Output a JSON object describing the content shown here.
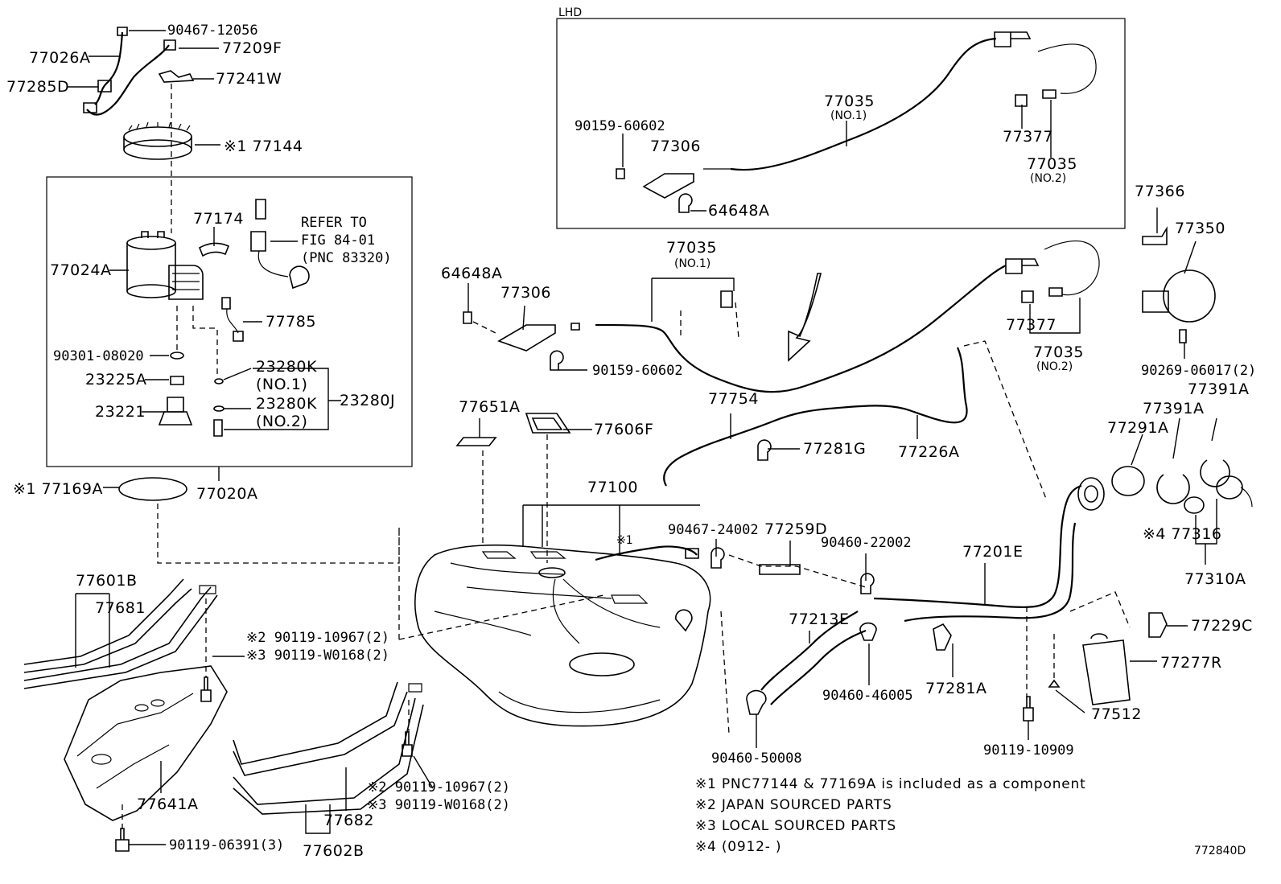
{
  "labels": {
    "p9046712056": "90467-12056",
    "p77026A": "77026A",
    "p77209F": "77209F",
    "p77285D": "77285D",
    "p77241W": "77241W",
    "p77144": "※1 77144",
    "p77174": "77174",
    "refer1": "REFER TO",
    "refer2": "FIG 84-01",
    "refer3": "(PNC 83320)",
    "p77024A": "77024A",
    "p77785": "77785",
    "p9030108020": "90301-08020",
    "p23225A": "23225A",
    "p23280K_1": "23280K",
    "no1_a": "(NO.1)",
    "p23280K_2": "23280K",
    "no2_a": "(NO.2)",
    "p23280J": "23280J",
    "p23221": "23221",
    "p77169A": "※1 77169A",
    "p77020A": "77020A",
    "lhd": "LHD",
    "p9015960602_lhd": "90159-60602",
    "p77306_lhd": "77306",
    "p77035_lhd": "77035",
    "no1_lhd": "(NO.1)",
    "p77377_lhd": "77377",
    "p77035b_lhd": "77035",
    "no2_lhd": "(NO.2)",
    "p64648A_lhd": "64648A",
    "p77035_main": "77035",
    "no1_main": "(NO.1)",
    "p64648A": "64648A",
    "p77306": "77306",
    "p9015960602": "90159-60602",
    "p77377": "77377",
    "p77035b_main": "77035",
    "no2_main": "(NO.2)",
    "p77366": "77366",
    "p77350": "77350",
    "p9026906017": "90269-06017(2)",
    "p77391A_a": "77391A",
    "p77391A_b": "77391A",
    "p77754": "77754",
    "p77281G": "77281G",
    "p77226A": "77226A",
    "p77651A": "77651A",
    "p77606F": "77606F",
    "p77291A": "77291A",
    "p77100": "77100",
    "mark1": "※1",
    "p9046724002": "90467-24002",
    "p77259D": "77259D",
    "p9046022002": "90460-22002",
    "p77201E": "77201E",
    "p77316": "※4 77316",
    "p77310A": "77310A",
    "p77601B": "77601B",
    "p77681": "77681",
    "p9011910967_a": "※2 90119-10967(2)",
    "p90119W0168_a": "※3 90119-W0168(2)",
    "p77213E": "77213E",
    "p77229C": "77229C",
    "p77277R": "77277R",
    "p9046046005": "90460-46005",
    "p77281A": "77281A",
    "p77512": "77512",
    "p77641A": "77641A",
    "p9046050008": "90460-50008",
    "p9011910909": "90119-10909",
    "p9011910967_b": "※2 90119-10967(2)",
    "p90119W0168_b": "※3 90119-W0168(2)",
    "p77682": "77682",
    "p9011906391": "90119-06391(3)",
    "p77602B": "77602B"
  },
  "notes": [
    "※1 PNC77144 & 77169A is included as a component",
    "※2 JAPAN SOURCED PARTS",
    "※3 LOCAL SOURCED PARTS",
    "※4 (0912-     )"
  ],
  "figure_id": "772840D"
}
